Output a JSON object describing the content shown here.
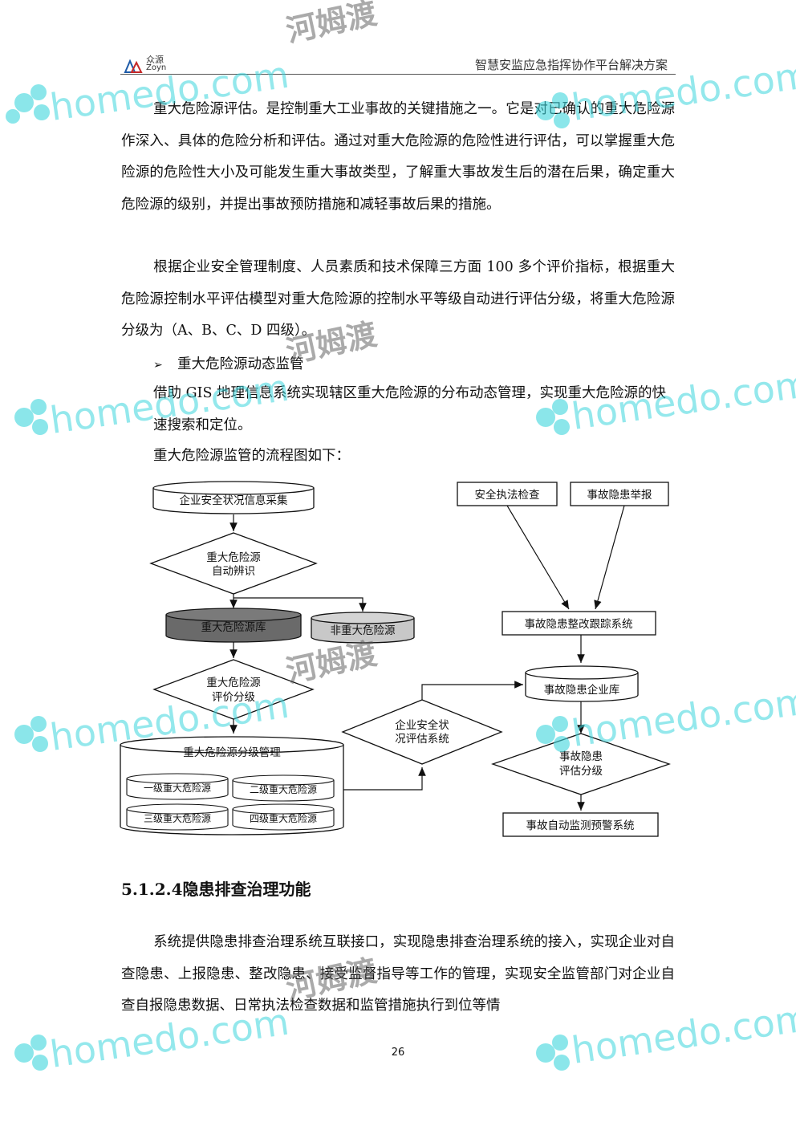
{
  "header": {
    "logo_cn": "众源",
    "logo_en": "Zoyn",
    "title": "智慧安监应急指挥协作平台解决方案"
  },
  "body": {
    "para1": "重大危险源评估。是控制重大工业事故的关键措施之一。它是对已确认的重大危险源作深入、具体的危险分析和评估。通过对重大危险源的危险性进行评估，可以掌握重大危险源的危险性大小及可能发生重大事故类型，了解重大事故发生后的潜在后果，确定重大危险源的级别，并提出事故预防措施和减轻事故后果的措施。",
    "para2": "根据企业安全管理制度、人员素质和技术保障三方面 100 多个评价指标，根据重大危险源控制水平评估模型对重大危险源的控制水平等级自动进行评估分级，将重大危险源分级为（A、B、C、D 四级）。",
    "bullet_arrow": "➢",
    "bullet1": "重大危险源动态监管",
    "para3": "借助 GIS 地理信息系统实现辖区重大危险源的分布动态管理，实现重大危险源的快速搜索和定位。",
    "para4": "重大危险源监管的流程图如下：",
    "section_heading": "5.1.2.4隐患排查治理功能",
    "para5": "系统提供隐患排查治理系统互联接口，实现隐患排查治理系统的接入，实现企业对自查隐患、上报隐患、整改隐患、接受监督指导等工作的管理，实现安全监管部门对企业自查自报隐患数据、日常执法检查数据和监管措施执行到位等情"
  },
  "flowchart": {
    "collect": "企业安全状况信息采集",
    "identify_l1": "重大危险源",
    "identify_l2": "自动辨识",
    "major_db": "重大危险源库",
    "non_major": "非重大危险源",
    "evaluate_l1": "重大危险源",
    "evaluate_l2": "评价分级",
    "grade_mgmt": "重大危险源分级管理",
    "level1": "一级重大危险源",
    "level2": "二级重大危险源",
    "level3": "三级重大危险源",
    "level4": "四级重大危险源",
    "enterprise_eval_l1": "企业安全状",
    "enterprise_eval_l2": "况评估系统",
    "inspection": "安全执法检查",
    "report": "事故隐患举报",
    "tracking": "事故隐患整改跟踪系统",
    "hazard_db": "事故隐患企业库",
    "hazard_eval_l1": "事故隐患",
    "hazard_eval_l2": "评估分级",
    "warning": "事故自动监测预警系统"
  },
  "watermark": {
    "site": "homedo.com",
    "cn": "河姆渡"
  },
  "footer": {
    "page_number": "26"
  }
}
